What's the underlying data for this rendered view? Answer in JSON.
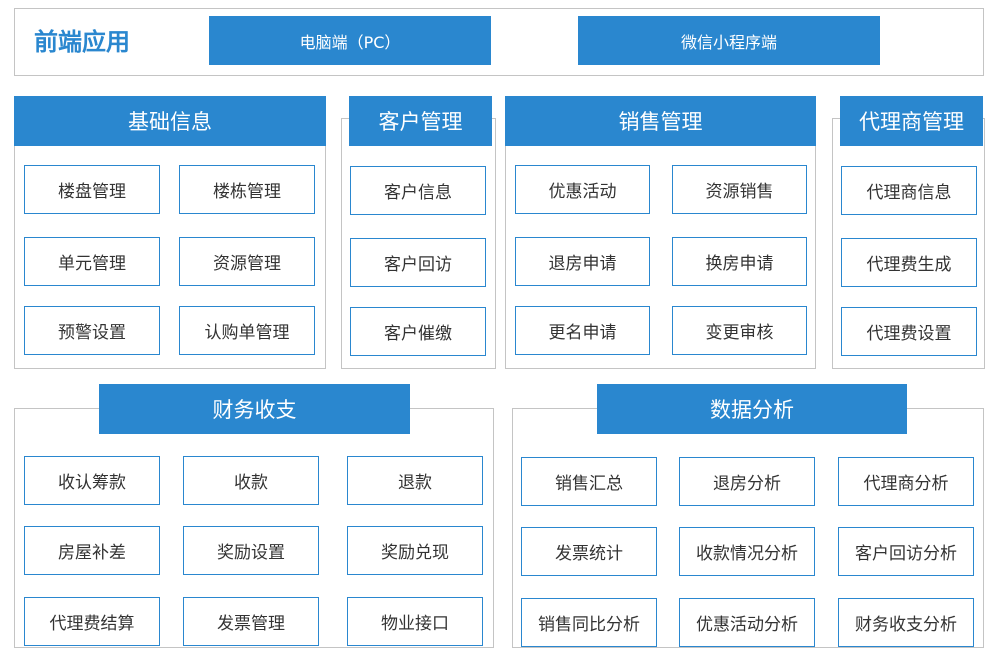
{
  "header": {
    "title": "前端应用",
    "platforms": [
      "电脑端（PC）",
      "微信小程序端"
    ]
  },
  "modules": [
    {
      "title": "基础信息",
      "items": [
        "楼盘管理",
        "楼栋管理",
        "单元管理",
        "资源管理",
        "预警设置",
        "认购单管理"
      ]
    },
    {
      "title": "客户管理",
      "items": [
        "客户信息",
        "客户回访",
        "客户催缴"
      ]
    },
    {
      "title": "销售管理",
      "items": [
        "优惠活动",
        "资源销售",
        "退房申请",
        "换房申请",
        "更名申请",
        "变更审核"
      ]
    },
    {
      "title": "代理商管理",
      "items": [
        "代理商信息",
        "代理费生成",
        "代理费设置"
      ]
    },
    {
      "title": "财务收支",
      "items": [
        "收认筹款",
        "收款",
        "退款",
        "房屋补差",
        "奖励设置",
        "奖励兑现",
        "代理费结算",
        "发票管理",
        "物业接口"
      ]
    },
    {
      "title": "数据分析",
      "items": [
        "销售汇总",
        "退房分析",
        "代理商分析",
        "发票统计",
        "收款情况分析",
        "客户回访分析",
        "销售同比分析",
        "优惠活动分析",
        "财务收支分析"
      ]
    }
  ],
  "colors": {
    "accent": "#2a87cf",
    "border": "#c4c4c4",
    "text": "#333333"
  }
}
